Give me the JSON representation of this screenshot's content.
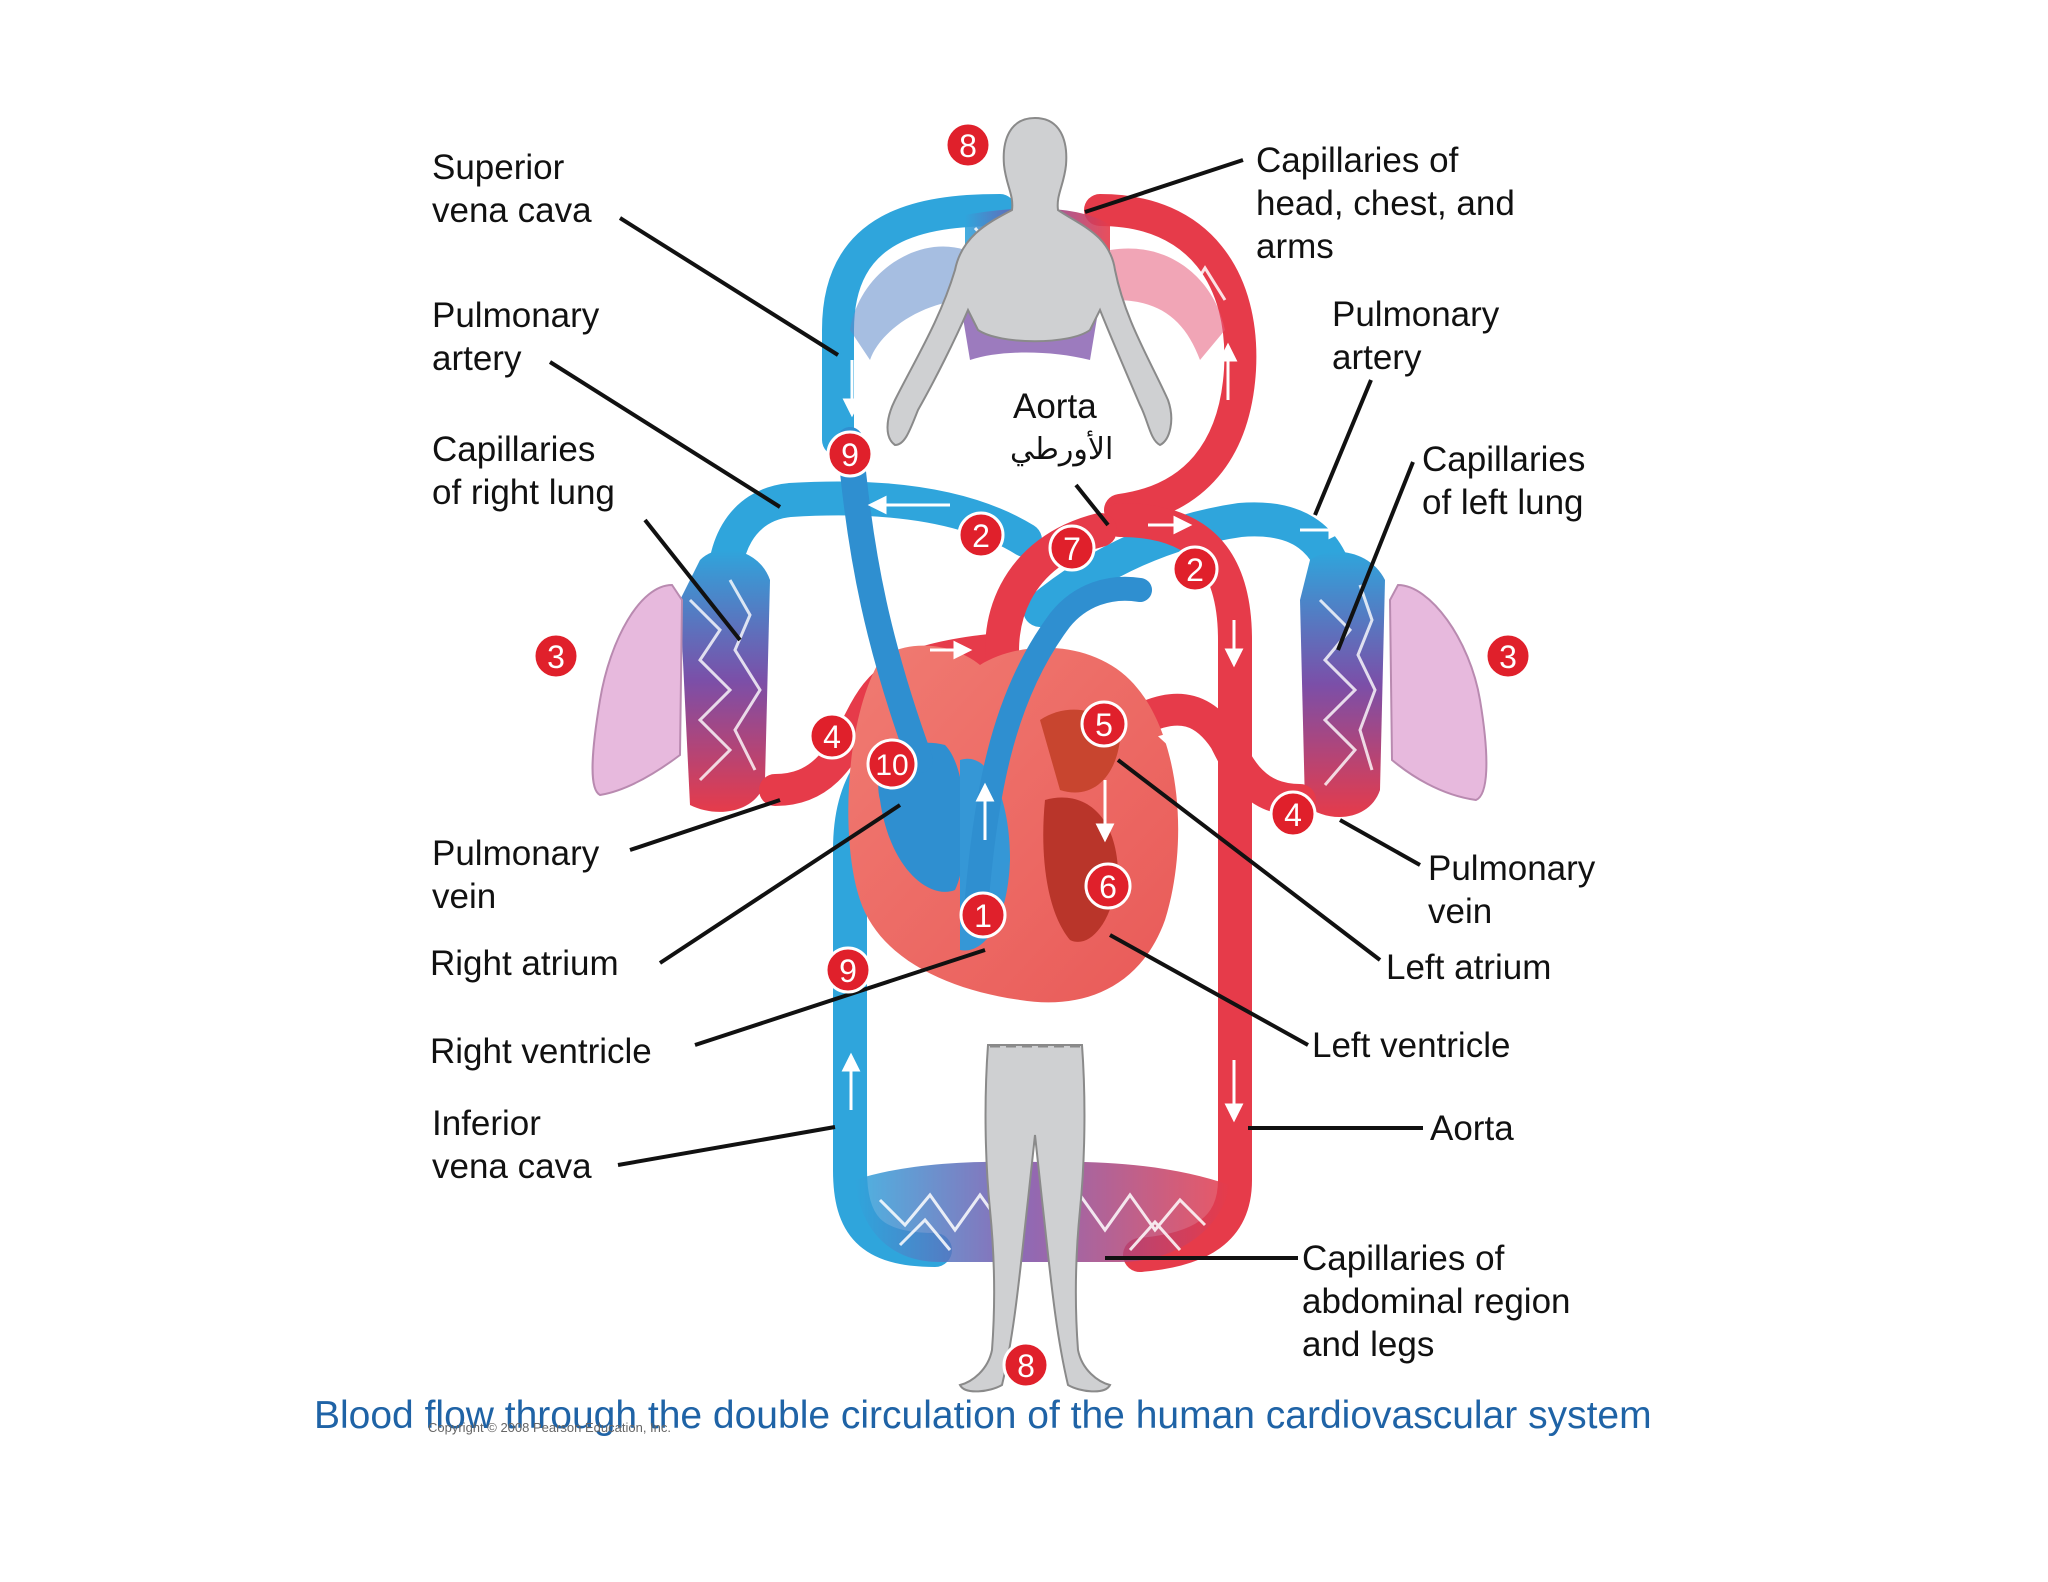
{
  "title": "Blood flow through the double circulation of the human cardiovascular system",
  "copyright": "Copyright © 2008 Pearson Education, Inc.",
  "colors": {
    "venous": "#2fa5dc",
    "arterial": "#e63b4a",
    "mixed": "#7b4fa8",
    "body": "#cfd0d2",
    "lung": "#e7b9dd",
    "heart": "#ee6b63",
    "badge": "#e0202b",
    "caption": "#1f63a6"
  },
  "labels": {
    "superior_vena_cava": "Superior\nvena cava",
    "pulmonary_artery_left": "Pulmonary\nartery",
    "capillaries_right_lung": "Capillaries\nof right lung",
    "pulmonary_vein_left": "Pulmonary\nvein",
    "right_atrium": "Right atrium",
    "right_ventricle": "Right ventricle",
    "inferior_vena_cava": "Inferior\nvena cava",
    "capillaries_head": "Capillaries of\nhead, chest, and\narms",
    "pulmonary_artery_right": "Pulmonary\nartery",
    "capillaries_left_lung": "Capillaries\nof left lung",
    "pulmonary_vein_right": "Pulmonary\nvein",
    "left_atrium": "Left atrium",
    "left_ventricle": "Left ventricle",
    "aorta_lower": "Aorta",
    "capillaries_abdominal": "Capillaries of\nabdominal region\nand legs",
    "aorta_top": "Aorta",
    "aorta_top_arabic": "الأورطي"
  },
  "badges": [
    "8",
    "9",
    "2",
    "7",
    "2",
    "3",
    "3",
    "4",
    "10",
    "5",
    "4",
    "6",
    "1",
    "9",
    "8"
  ]
}
